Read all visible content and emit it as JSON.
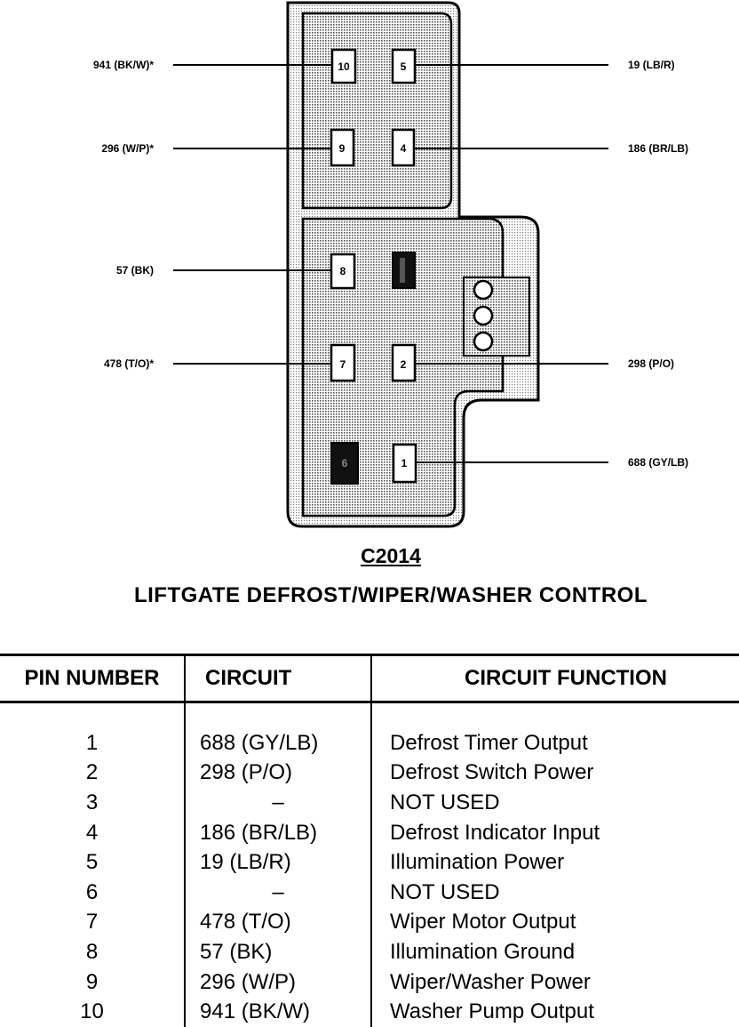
{
  "connector": {
    "code": "C2014",
    "name": "LIFTGATE DEFROST/WIPER/WASHER CONTROL"
  },
  "wire_labels": {
    "pin10": "941 (BK/W)*",
    "pin5": "19 (LB/R)",
    "pin9": "296 (W/P)*",
    "pin4": "186 (BR/LB)",
    "pin8": "57 (BK)",
    "pin7": "478 (T/O)*",
    "pin2": "298 (P/O)",
    "pin1": "688 (GY/LB)"
  },
  "pins": {
    "p1": "1",
    "p2": "2",
    "p4": "4",
    "p5": "5",
    "p6": "6",
    "p7": "7",
    "p8": "8",
    "p9": "9",
    "p10": "10"
  },
  "table": {
    "headers": [
      "PIN NUMBER",
      "CIRCUIT",
      "CIRCUIT FUNCTION"
    ],
    "rows": [
      {
        "pin": "1",
        "circuit": "688 (GY/LB)",
        "function": "Defrost Timer Output"
      },
      {
        "pin": "2",
        "circuit": "298 (P/O)",
        "function": "Defrost Switch Power"
      },
      {
        "pin": "3",
        "circuit": "–",
        "function": "NOT USED"
      },
      {
        "pin": "4",
        "circuit": "186 (BR/LB)",
        "function": "Defrost Indicator Input"
      },
      {
        "pin": "5",
        "circuit": "19 (LB/R)",
        "function": "Illumination Power"
      },
      {
        "pin": "6",
        "circuit": "–",
        "function": "NOT USED"
      },
      {
        "pin": "7",
        "circuit": "478 (T/O)",
        "function": "Wiper Motor Output"
      },
      {
        "pin": "8",
        "circuit": "57 (BK)",
        "function": "Illumination Ground"
      },
      {
        "pin": "9",
        "circuit": "296 (W/P)",
        "function": "Wiper/Washer Power"
      },
      {
        "pin": "10",
        "circuit": "941 (BK/W)",
        "function": "Washer Pump Output"
      }
    ]
  }
}
